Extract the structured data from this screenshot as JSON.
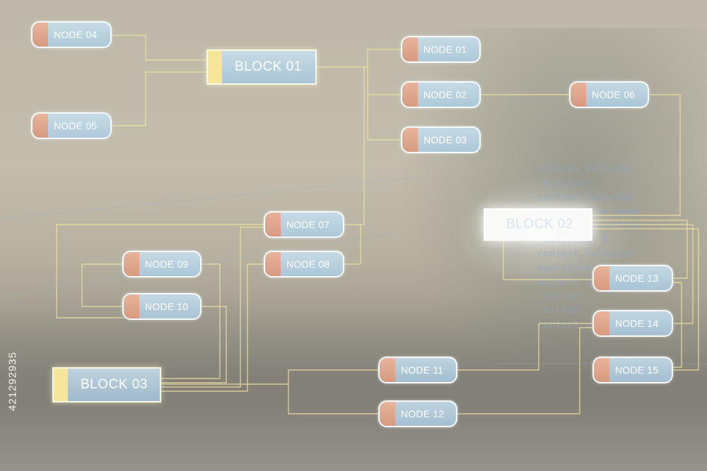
{
  "blocks": {
    "block01": "BLOCK 01",
    "block02": "BLOCK 02",
    "block03": "BLOCK 03"
  },
  "nodes": {
    "node01": "NODE 01",
    "node02": "NODE 02",
    "node03": "NODE 03",
    "node04": "NODE 04",
    "node05": "NODE 05",
    "node06": "NODE 06",
    "node07": "NODE 07",
    "node08": "NODE 08",
    "node09": "NODE 09",
    "node10": "NODE 10",
    "node11": "NODE 11",
    "node12": "NODE 12",
    "node13": "NODE 13",
    "node14": "NODE 14",
    "node15": "NODE 15"
  },
  "code_lines": [
    "objects_selected",
    "_modifier_",
    "context_selected",
    "operation == name",
    "objects (selected",
    "_modifier_ &",
    "context_selected",
    "operation",
    "objects (state name",
    "_mirror_",
    "_mirror_",
    "context selected"
  ],
  "watermark": "421292935",
  "colors": {
    "wire": "#f2e2a0",
    "node_fill": "#c4def0",
    "node_tab": "#dca386",
    "block_tab": "#f5e69a"
  }
}
